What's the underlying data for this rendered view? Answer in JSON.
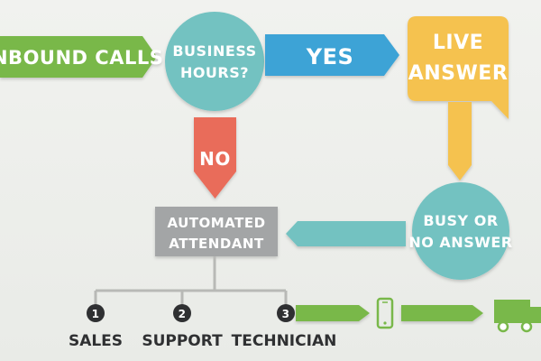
{
  "nodes": {
    "inbound_calls": "INBOUND CALLS",
    "business_hours_line1": "BUSINESS",
    "business_hours_line2": "HOURS?",
    "yes": "YES",
    "no": "NO",
    "live_answer_line1": "LIVE",
    "live_answer_line2": "ANSWER",
    "busy_line1": "BUSY OR",
    "busy_line2": "NO ANSWER",
    "automated_line1": "AUTOMATED",
    "automated_line2": "ATTENDANT"
  },
  "options": [
    {
      "number": "1",
      "label": "SALES"
    },
    {
      "number": "2",
      "label": "SUPPORT"
    },
    {
      "number": "3",
      "label": "TECHNICIAN"
    }
  ],
  "colors": {
    "green": "#79b84a",
    "teal": "#73c2c1",
    "blue": "#3ca3d6",
    "yellow": "#f5c24f",
    "coral": "#e96c5a",
    "gray": "#a3a5a6",
    "dark": "#2f3032",
    "tree_line": "#b8b9b6"
  },
  "icons": {
    "phone": "mobile-phone-icon",
    "truck": "delivery-truck-icon"
  }
}
